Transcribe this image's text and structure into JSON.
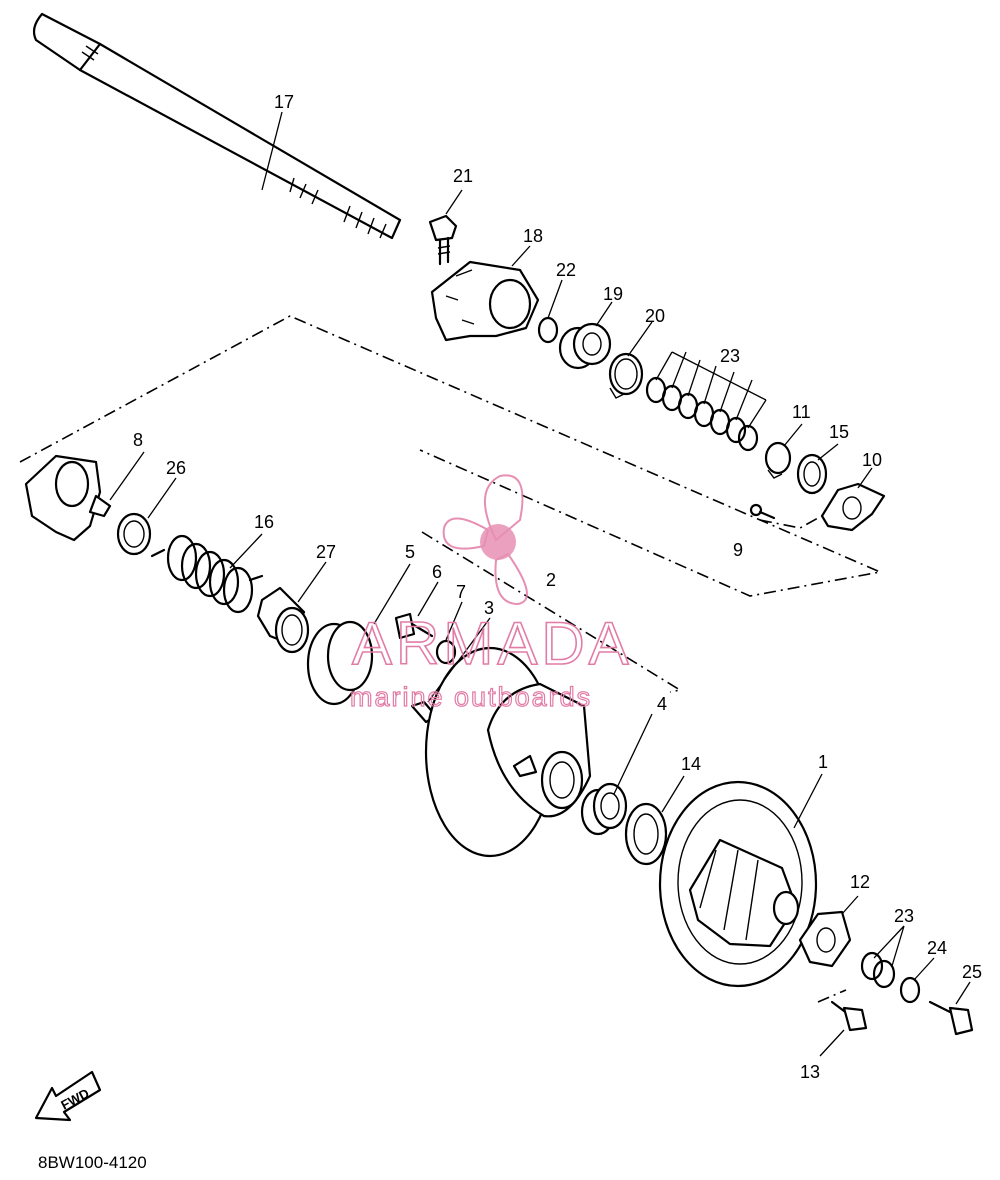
{
  "diagram": {
    "drawing_code": "8BW100-4120",
    "fwd_label": "FWD",
    "callouts": [
      "1",
      "2",
      "3",
      "4",
      "5",
      "6",
      "7",
      "8",
      "9",
      "10",
      "11",
      "12",
      "13",
      "14",
      "15",
      "16",
      "17",
      "18",
      "19",
      "20",
      "21",
      "22",
      "23",
      "23",
      "24",
      "25",
      "26",
      "27"
    ]
  },
  "watermark": {
    "brand": "ARMADA",
    "tagline": "marine outboards",
    "color": "#e27ca6"
  }
}
